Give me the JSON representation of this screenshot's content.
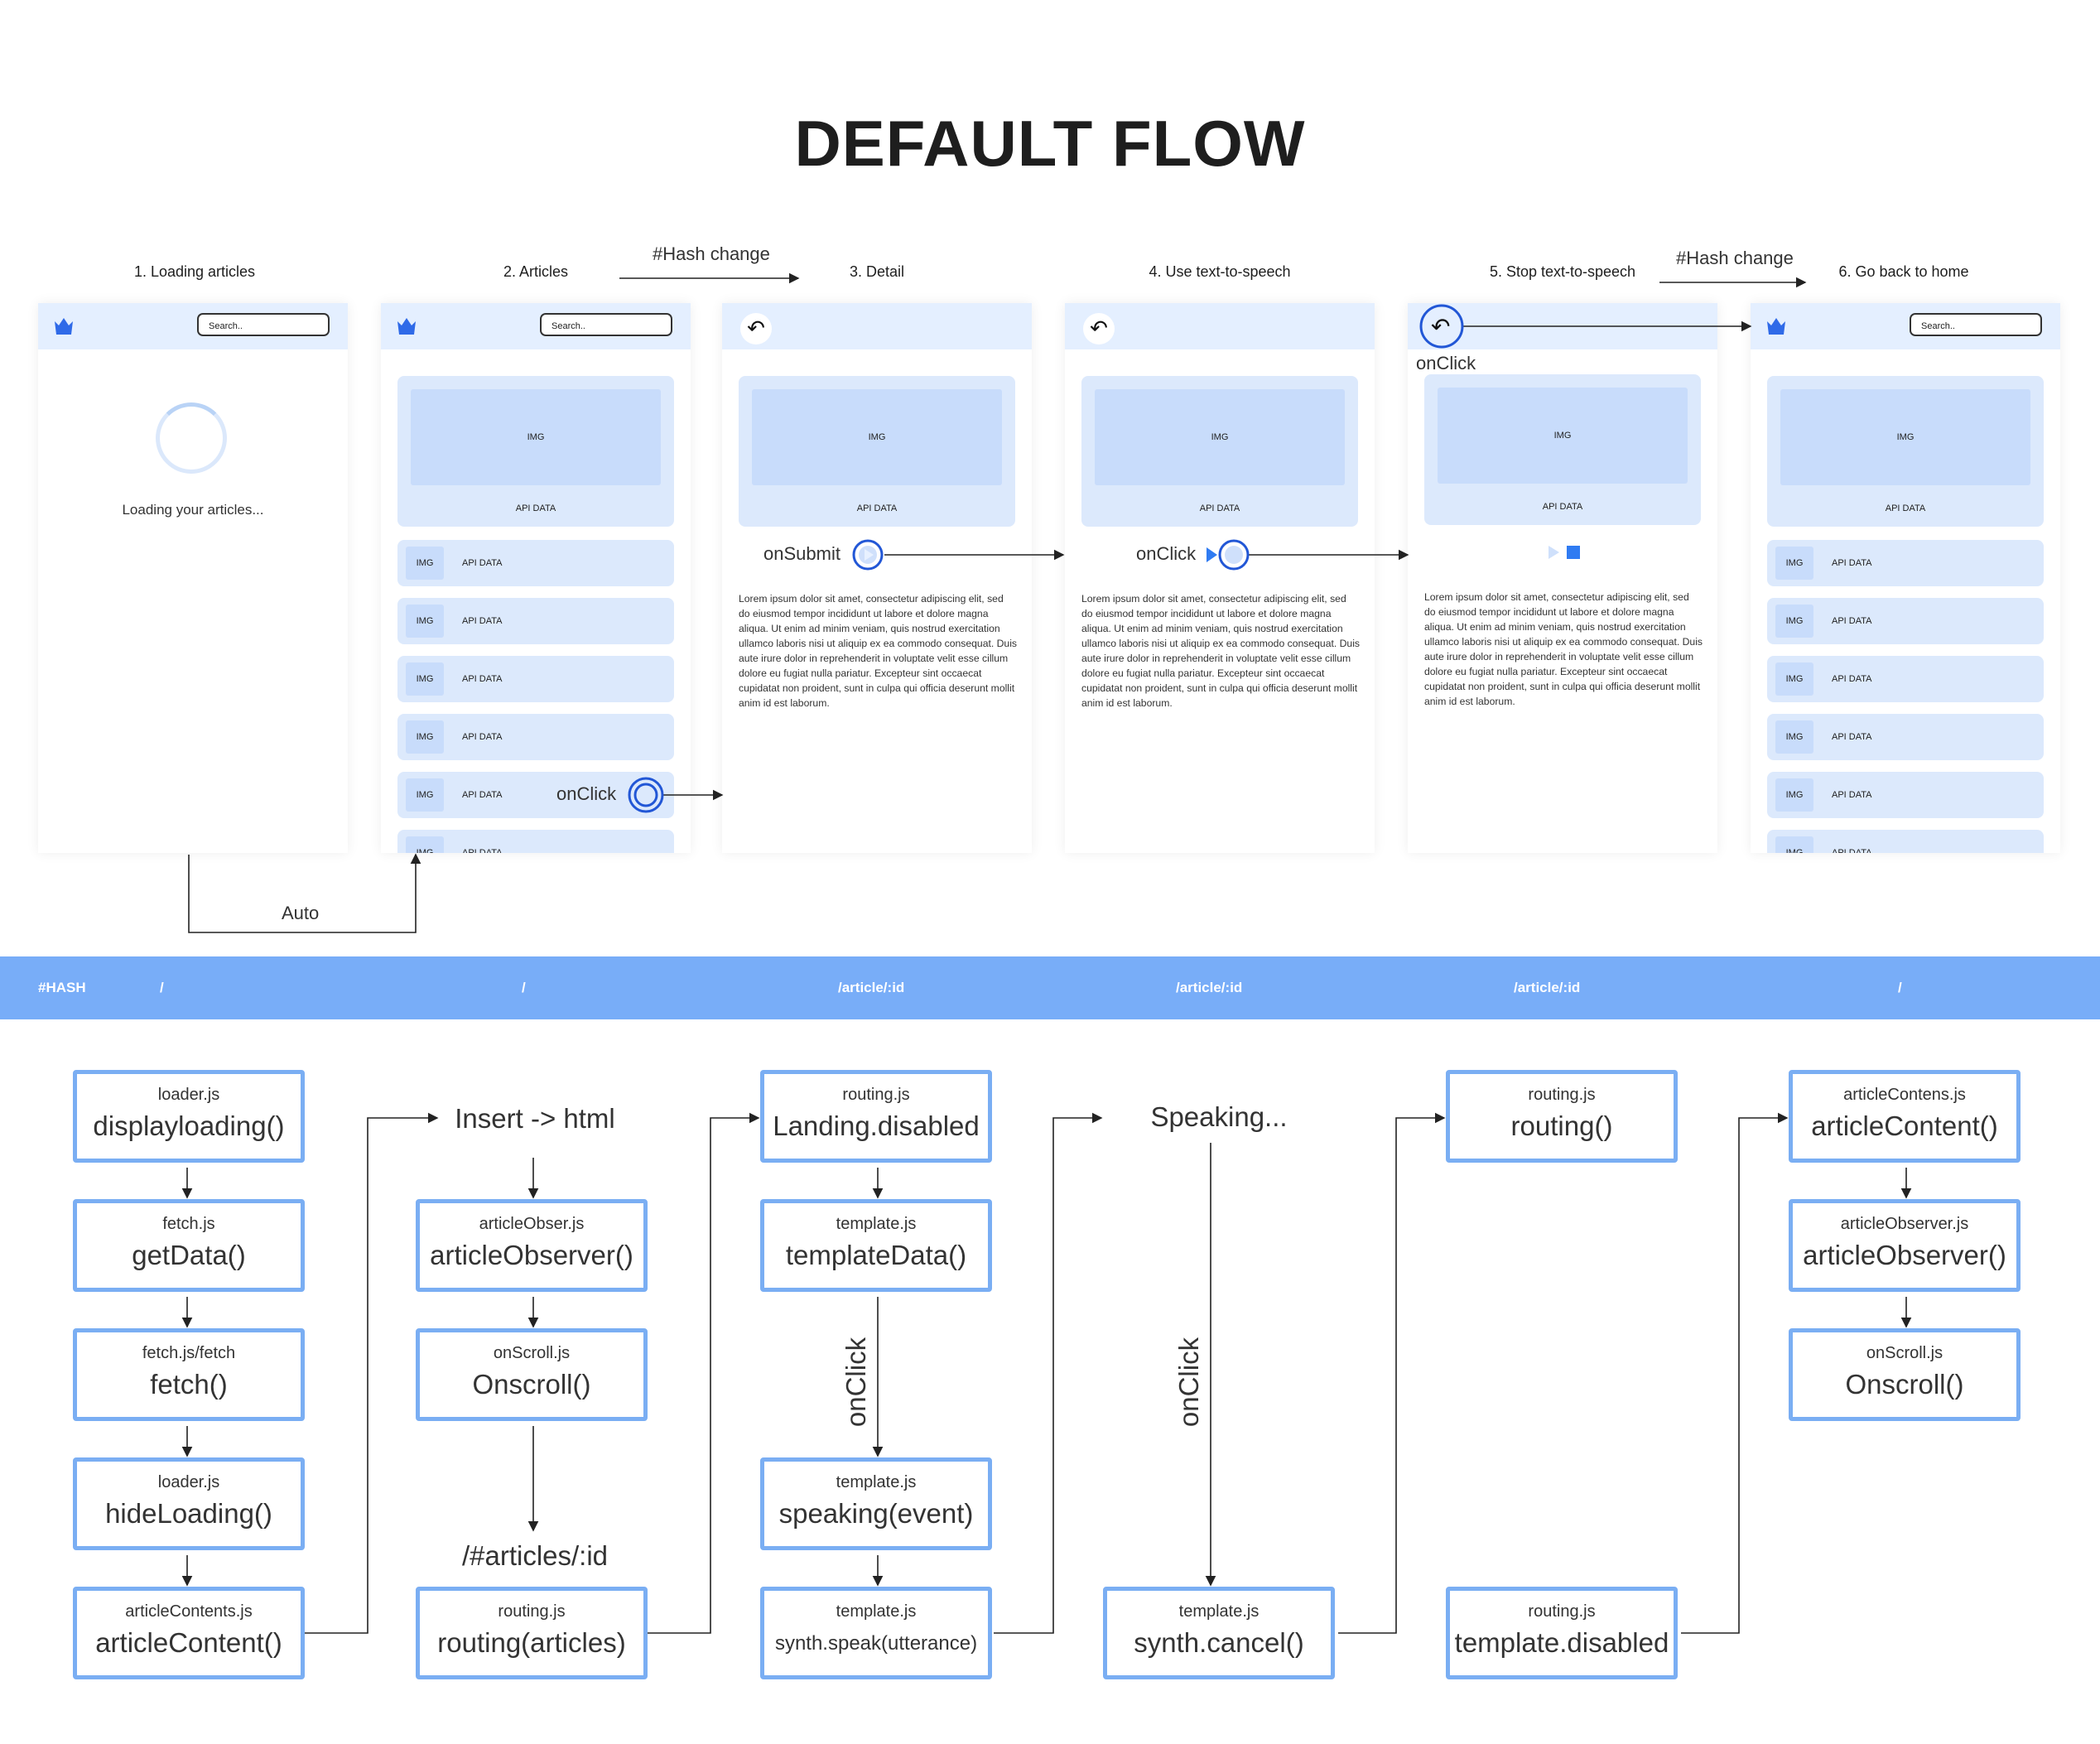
{
  "title": "DEFAULT FLOW",
  "screens": [
    {
      "label": "1. Loading articles",
      "search_placeholder": "Search..",
      "loading_text": "Loading your articles..."
    },
    {
      "label": "2. Articles",
      "search_placeholder": "Search..",
      "hero_img": "IMG",
      "hero_text": "API DATA",
      "rows": [
        {
          "img": "IMG",
          "text": "API DATA"
        },
        {
          "img": "IMG",
          "text": "API DATA"
        },
        {
          "img": "IMG",
          "text": "API DATA"
        },
        {
          "img": "IMG",
          "text": "API DATA"
        },
        {
          "img": "IMG",
          "text": "API DATA"
        },
        {
          "img": "IMG",
          "text": "API DATA"
        }
      ]
    },
    {
      "label": "3. Detail",
      "hero_img": "IMG",
      "hero_text": "API DATA"
    },
    {
      "label": "4. Use text-to-speech",
      "hero_img": "IMG",
      "hero_text": "API DATA"
    },
    {
      "label": "5. Stop text-to-speech",
      "hero_img": "IMG",
      "hero_text": "API DATA"
    },
    {
      "label": "6. Go back to home",
      "search_placeholder": "Search..",
      "hero_img": "IMG",
      "hero_text": "API DATA",
      "rows": [
        {
          "img": "IMG",
          "text": "API DATA"
        },
        {
          "img": "IMG",
          "text": "API DATA"
        },
        {
          "img": "IMG",
          "text": "API DATA"
        },
        {
          "img": "IMG",
          "text": "API DATA"
        },
        {
          "img": "IMG",
          "text": "API DATA"
        },
        {
          "img": "IMG",
          "text": "API DATA"
        }
      ]
    }
  ],
  "lorem": "Lorem ipsum dolor sit amet, consectetur adipiscing elit, sed do eiusmod tempor incididunt ut labore et dolore magna aliqua. Ut enim ad minim veniam, quis nostrud exercitation ullamco laboris nisi ut aliquip ex ea commodo consequat. Duis aute irure dolor in reprehenderit in voluptate velit esse cillum dolore eu fugiat nulla pariatur. Excepteur sint occaecat cupidatat non proident, sunt in culpa qui officia deserunt mollit anim id est laborum.",
  "annotations": {
    "hash_change_1": "#Hash change",
    "hash_change_2": "#Hash change",
    "on_click_articles": "onClick",
    "on_submit": "onSubmit",
    "on_click_tts": "onClick",
    "on_click_back": "onClick",
    "auto": "Auto"
  },
  "hash_bar": {
    "label": "#HASH",
    "routes": [
      "/",
      "/",
      "/article/:id",
      "/article/:id",
      "/article/:id",
      "/"
    ]
  },
  "flow": {
    "col1": [
      {
        "file": "loader.js",
        "fn": "displayloading()"
      },
      {
        "file": "fetch.js",
        "fn": "getData()"
      },
      {
        "file": "fetch.js/fetch",
        "fn": "fetch()"
      },
      {
        "file": "loader.js",
        "fn": "hideLoading()"
      },
      {
        "file": "articleContents.js",
        "fn": "articleContent()"
      }
    ],
    "col2_top": "Insert -> html",
    "col2": [
      {
        "file": "articleObser.js",
        "fn": "articleObserver()"
      },
      {
        "file": "onScroll.js",
        "fn": "Onscroll()"
      }
    ],
    "col2_text": "/#articles/:id",
    "col2_bottom": {
      "file": "routing.js",
      "fn": "routing(articles)"
    },
    "col3": [
      {
        "file": "routing.js",
        "fn": "Landing.disabled"
      },
      {
        "file": "template.js",
        "fn": "templateData()"
      },
      {
        "file": "template.js",
        "fn": "speaking(event)"
      },
      {
        "file": "template.js",
        "fn": "synth.speak(utterance)"
      }
    ],
    "col3_onclick": "onClick",
    "col4_top": "Speaking...",
    "col4_onclick": "onClick",
    "col4_bottom": {
      "file": "template.js",
      "fn": "synth.cancel()"
    },
    "col5_top": {
      "file": "routing.js",
      "fn": "routing()"
    },
    "col5_bottom": {
      "file": "routing.js",
      "fn": "template.disabled"
    },
    "col6": [
      {
        "file": "articleContens.js",
        "fn": "articleContent()"
      },
      {
        "file": "articleObserver.js",
        "fn": "articleObserver()"
      },
      {
        "file": "onScroll.js",
        "fn": "Onscroll()"
      }
    ]
  }
}
